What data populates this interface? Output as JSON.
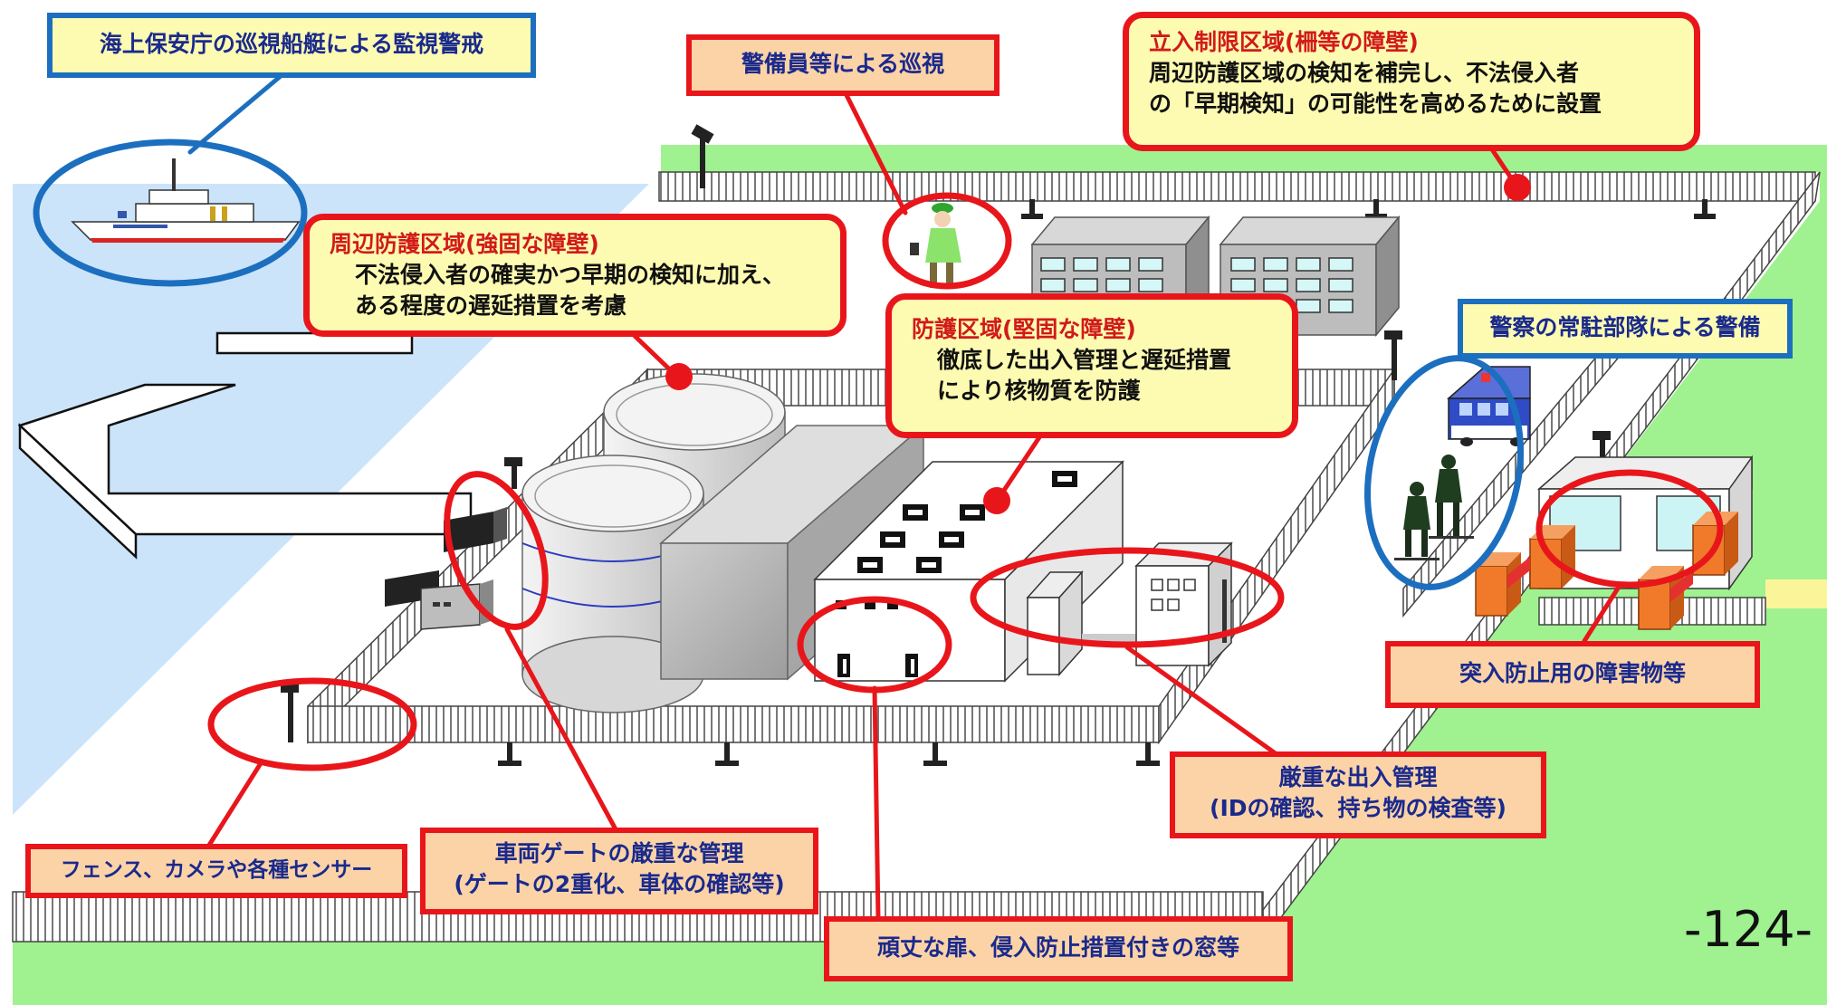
{
  "labels": {
    "coast_guard": "海上保安庁の巡視船艇による監視警戒",
    "guard_patrol": "警備員等による巡視",
    "restricted_title": "立入制限区域(柵等の障壁)",
    "restricted_line1": "周辺防護区域の検知を補完し、不法侵入者",
    "restricted_line2": "の「早期検知」の可能性を高めるために設置",
    "perimeter_title": "周辺防護区域(強固な障壁)",
    "perimeter_line1": "不法侵入者の確実かつ早期の検知に加え、",
    "perimeter_line2": "ある程度の遅延措置を考慮",
    "protected_title": "防護区域(堅固な障壁)",
    "protected_line1": "徹底した出入管理と遅延措置",
    "protected_line2": "により核物質を防護",
    "police": "警察の常駐部隊による警備",
    "barrier": "突入防止用の障害物等",
    "access_line1": "厳重な出入管理",
    "access_line2": "(IDの確認、持ち物の検査等)",
    "vehicle_line1": "車両ゲートの厳重な管理",
    "vehicle_line2": "(ゲートの2重化、車体の確認等)",
    "fence": "フェンス、カメラや各種センサー",
    "door": "頑丈な扉、侵入防止措置付きの窓等",
    "page_number": "-124-"
  },
  "colors": {
    "label_red_border": "#e8161b",
    "label_blue_border": "#1c6fbf",
    "label_fill_orange": "#fcd3a7",
    "label_fill_yellow": "#fdfbb1",
    "ground": "#9ff28f",
    "sea": "#cbe4fa",
    "text_navy": "#1a2a8c",
    "title_red": "#d11a1a"
  }
}
